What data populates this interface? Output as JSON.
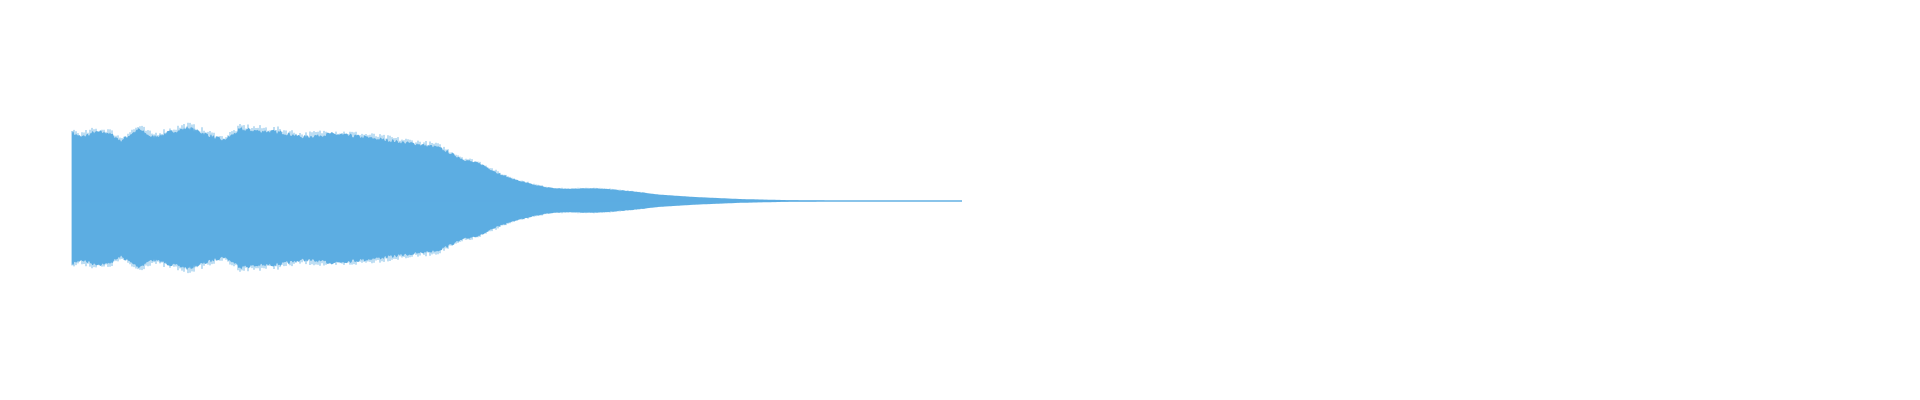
{
  "waveform": {
    "color": "#5dade2",
    "background": "#ffffff",
    "envelope": [
      {
        "t": 0.0,
        "amp": 0.86
      },
      {
        "t": 0.01,
        "amp": 0.8
      },
      {
        "t": 0.025,
        "amp": 0.86
      },
      {
        "t": 0.04,
        "amp": 0.86
      },
      {
        "t": 0.055,
        "amp": 0.76
      },
      {
        "t": 0.075,
        "amp": 0.9
      },
      {
        "t": 0.09,
        "amp": 0.8
      },
      {
        "t": 0.11,
        "amp": 0.86
      },
      {
        "t": 0.13,
        "amp": 0.92
      },
      {
        "t": 0.15,
        "amp": 0.84
      },
      {
        "t": 0.17,
        "amp": 0.76
      },
      {
        "t": 0.19,
        "amp": 0.9
      },
      {
        "t": 0.21,
        "amp": 0.88
      },
      {
        "t": 0.235,
        "amp": 0.86
      },
      {
        "t": 0.26,
        "amp": 0.8
      },
      {
        "t": 0.29,
        "amp": 0.84
      },
      {
        "t": 0.33,
        "amp": 0.8
      },
      {
        "t": 0.37,
        "amp": 0.74
      },
      {
        "t": 0.41,
        "amp": 0.68
      },
      {
        "t": 0.44,
        "amp": 0.52
      },
      {
        "t": 0.46,
        "amp": 0.46
      },
      {
        "t": 0.48,
        "amp": 0.34
      },
      {
        "t": 0.5,
        "amp": 0.26
      },
      {
        "t": 0.52,
        "amp": 0.2
      },
      {
        "t": 0.54,
        "amp": 0.16
      },
      {
        "t": 0.56,
        "amp": 0.15
      },
      {
        "t": 0.58,
        "amp": 0.16
      },
      {
        "t": 0.6,
        "amp": 0.15
      },
      {
        "t": 0.63,
        "amp": 0.12
      },
      {
        "t": 0.66,
        "amp": 0.08
      },
      {
        "t": 0.7,
        "amp": 0.05
      },
      {
        "t": 0.75,
        "amp": 0.025
      },
      {
        "t": 0.8,
        "amp": 0.012
      },
      {
        "t": 0.87,
        "amp": 0.006
      },
      {
        "t": 0.94,
        "amp": 0.003
      },
      {
        "t": 1.0,
        "amp": 0.002
      }
    ]
  }
}
